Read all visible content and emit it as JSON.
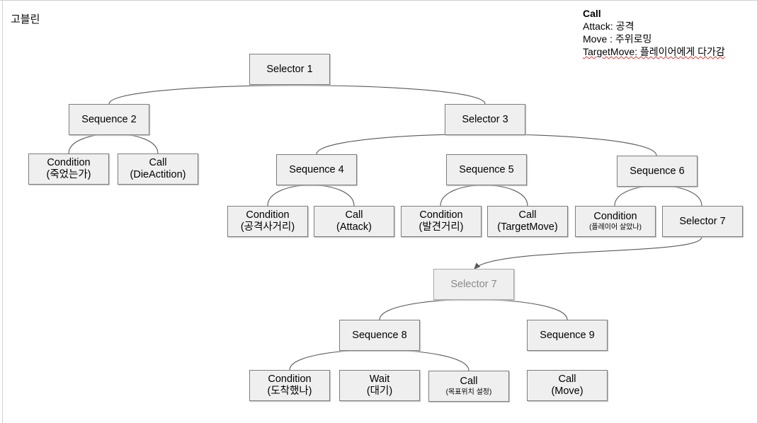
{
  "title": "고블린",
  "legend": {
    "heading": "Call",
    "lines": [
      "Attack: 공격",
      "Move : 주위로밍",
      "TargetMove: 플레이어에게 다가감"
    ]
  },
  "nodes": {
    "selector1": {
      "line1": "Selector 1"
    },
    "sequence2": {
      "line1": "Sequence 2"
    },
    "selector3": {
      "line1": "Selector 3"
    },
    "cond_dead": {
      "line1": "Condition",
      "line2": "(죽었는가)"
    },
    "call_die": {
      "line1": "Call",
      "line2": "(DieActition)"
    },
    "sequence4": {
      "line1": "Sequence 4"
    },
    "sequence5": {
      "line1": "Sequence 5"
    },
    "sequence6": {
      "line1": "Sequence 6"
    },
    "cond_range": {
      "line1": "Condition",
      "line2": "(공격사거리)"
    },
    "call_attack": {
      "line1": "Call",
      "line2": "(Attack)"
    },
    "cond_detect": {
      "line1": "Condition",
      "line2": "(발견거리)"
    },
    "call_target": {
      "line1": "Call",
      "line2": "(TargetMove)"
    },
    "cond_alive": {
      "line1": "Condition",
      "line2": "(플레이어 살았나)"
    },
    "selector7": {
      "line1": "Selector 7"
    },
    "selector7_sub": {
      "line1": "Selector 7"
    },
    "sequence8": {
      "line1": "Sequence 8"
    },
    "sequence9": {
      "line1": "Sequence 9"
    },
    "cond_arrived": {
      "line1": "Condition",
      "line2": "(도착했나)"
    },
    "wait": {
      "line1": "Wait",
      "line2": "(대기)"
    },
    "call_setgoal": {
      "line1": "Call",
      "line2": "(목표위치 설정)"
    },
    "call_move": {
      "line1": "Call",
      "line2": "(Move)"
    }
  }
}
